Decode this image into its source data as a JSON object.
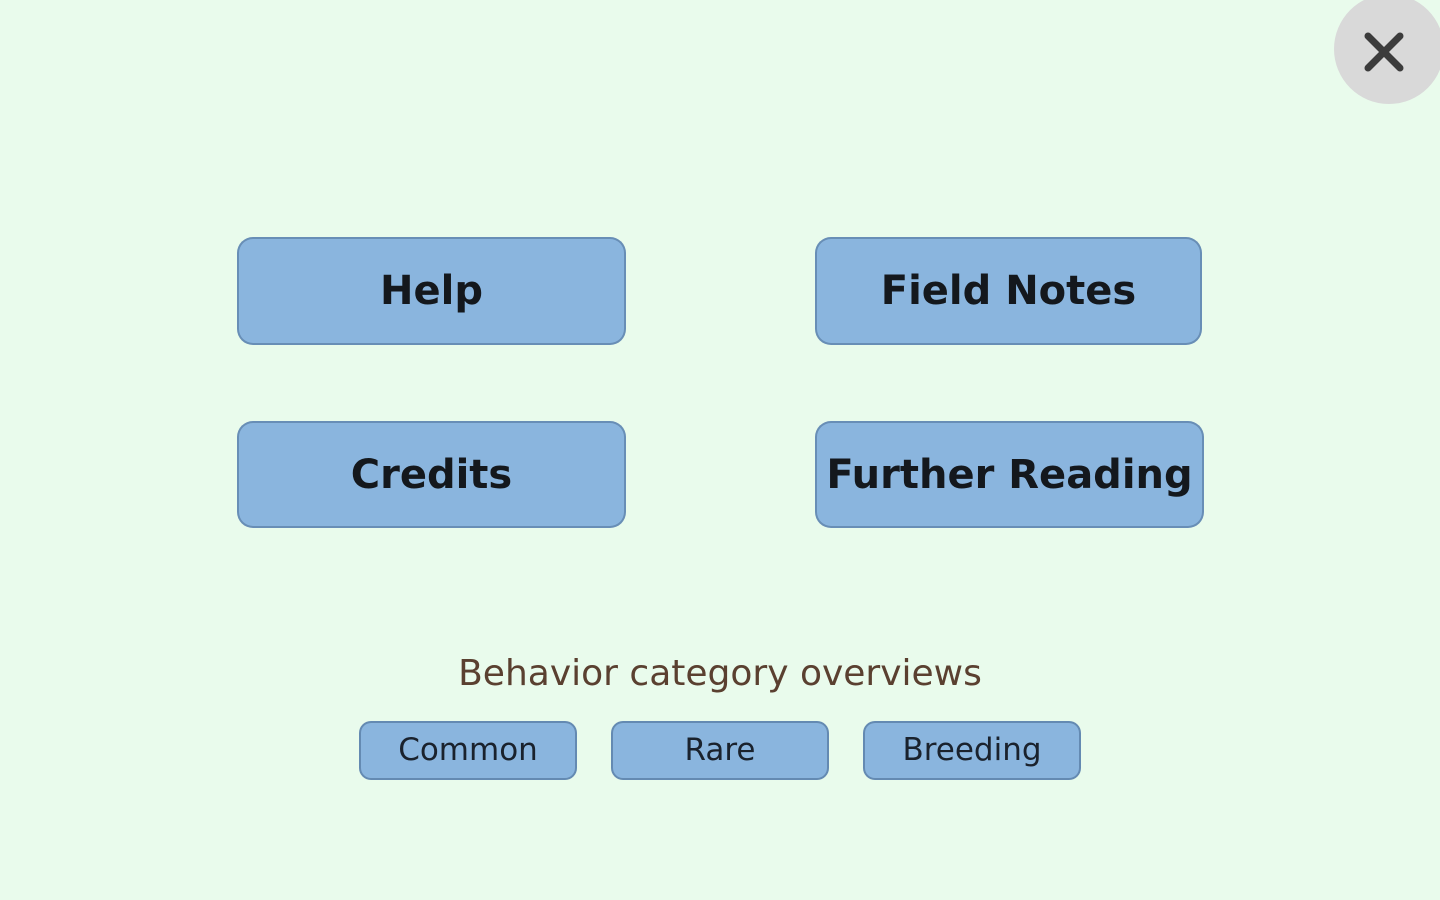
{
  "page": {
    "background_color": "#e9fbec"
  },
  "close_button": {
    "icon": "close-x"
  },
  "menu_buttons": [
    {
      "id": "help",
      "label": "Help"
    },
    {
      "id": "field-notes",
      "label": "Field Notes"
    },
    {
      "id": "credits",
      "label": "Credits"
    },
    {
      "id": "further-reading",
      "label": "Further Reading"
    }
  ],
  "behavior_section": {
    "heading": "Behavior category overviews",
    "buttons": [
      {
        "id": "common",
        "label": "Common"
      },
      {
        "id": "rare",
        "label": "Rare"
      },
      {
        "id": "breeding",
        "label": "Breeding"
      }
    ]
  },
  "colors": {
    "button_fill": "#8ab5de",
    "button_border": "#5f88b0",
    "button_text": "#14181d",
    "heading_text": "#5a4030",
    "close_circle": "#d9d9d9",
    "close_x": "#3c3c3c"
  }
}
